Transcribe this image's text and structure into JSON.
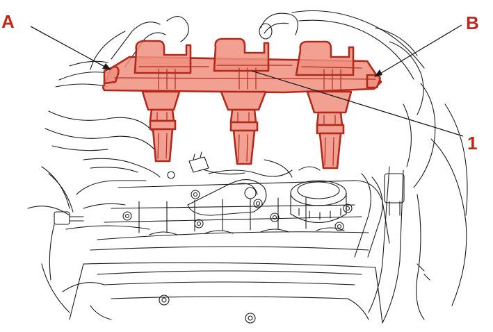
{
  "callouts": {
    "a": "A",
    "b": "B",
    "one": "1"
  },
  "colors": {
    "highlight_stroke": "#b22a1e",
    "highlight_fill": "#ef8f7f",
    "callout_text": "#c0281c",
    "line_art": "#1a1a1a",
    "background": "#ffffff"
  }
}
